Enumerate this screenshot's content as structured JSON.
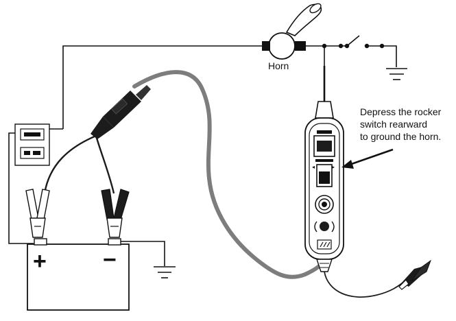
{
  "labels": {
    "horn": "Horn",
    "instruction_line1": "Depress the rocker",
    "instruction_line2": "switch rearward",
    "instruction_line3": "to ground the horn.",
    "battery_positive": "+",
    "battery_negative": "−"
  },
  "icons": {
    "horn": "horn-icon",
    "ground": "ground-icon",
    "switch": "switch-icon",
    "battery": "battery-icon",
    "probe": "circuit-tester-probe-icon",
    "clamp": "alligator-clip-icon",
    "arrow": "arrow-icon"
  },
  "colors": {
    "line": "#111111",
    "cable_gray": "#7d7d7d",
    "cable_black": "#1c1c1c"
  }
}
